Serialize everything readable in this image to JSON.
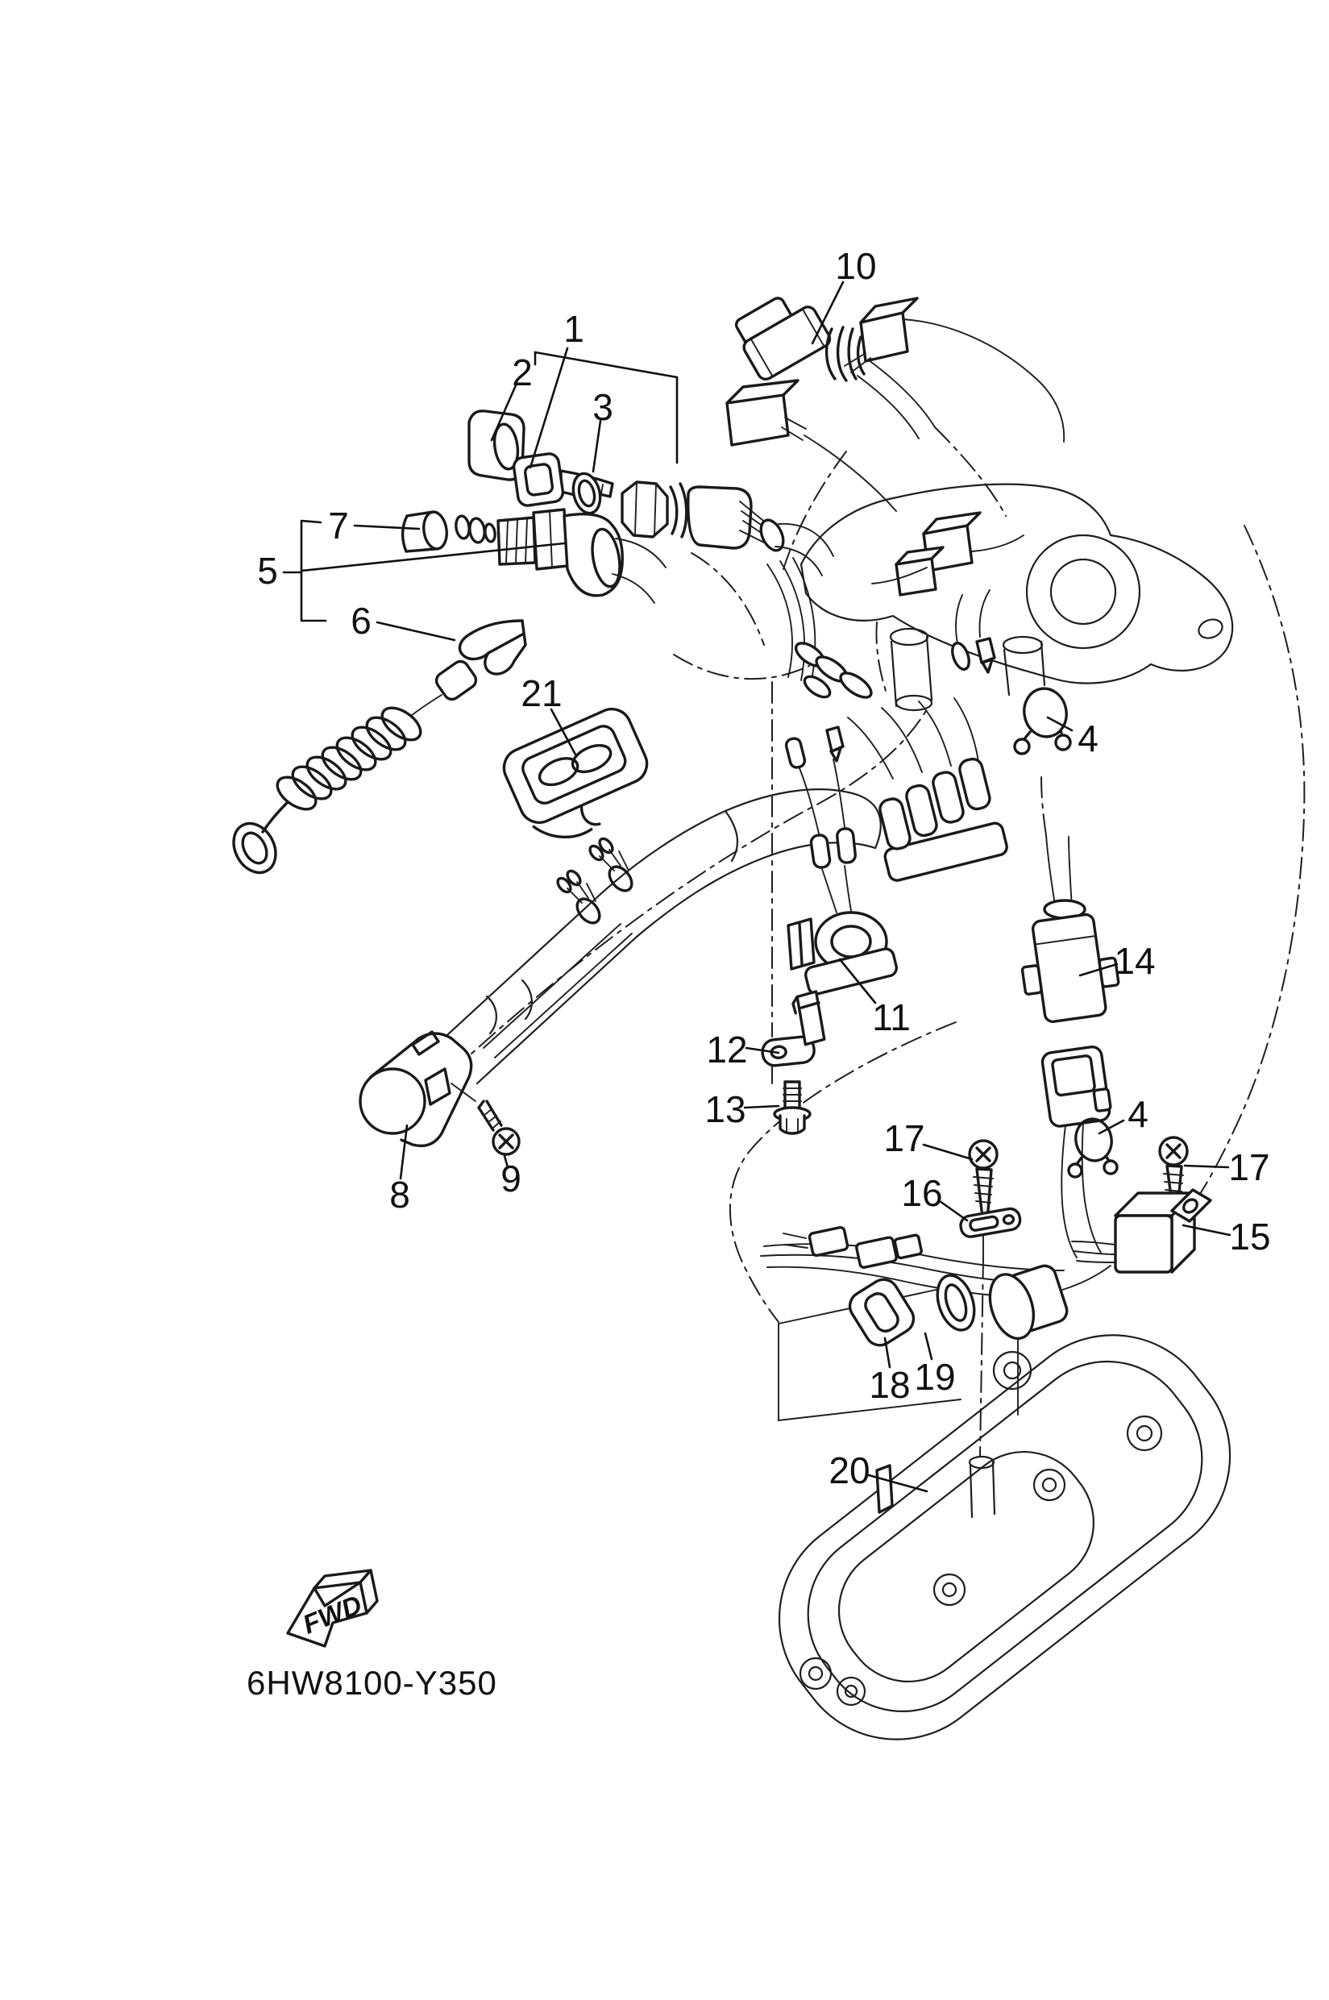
{
  "drawing": {
    "code": "6HW8100-Y350",
    "direction_label": "FWD"
  },
  "colors": {
    "line": "#1a1a1a",
    "background": "#ffffff"
  },
  "callouts": {
    "c1": {
      "label": "1"
    },
    "c2": {
      "label": "2"
    },
    "c3": {
      "label": "3"
    },
    "c4": {
      "label": "4"
    },
    "c5": {
      "label": "5"
    },
    "c6": {
      "label": "6"
    },
    "c7": {
      "label": "7"
    },
    "c8": {
      "label": "8"
    },
    "c9": {
      "label": "9"
    },
    "c10": {
      "label": "10"
    },
    "c11": {
      "label": "11"
    },
    "c12": {
      "label": "12"
    },
    "c13": {
      "label": "13"
    },
    "c14": {
      "label": "14"
    },
    "c15": {
      "label": "15"
    },
    "c16": {
      "label": "16"
    },
    "c17": {
      "label": "17"
    },
    "c18": {
      "label": "18"
    },
    "c19": {
      "label": "19"
    },
    "c20": {
      "label": "20"
    },
    "c21": {
      "label": "21"
    }
  }
}
